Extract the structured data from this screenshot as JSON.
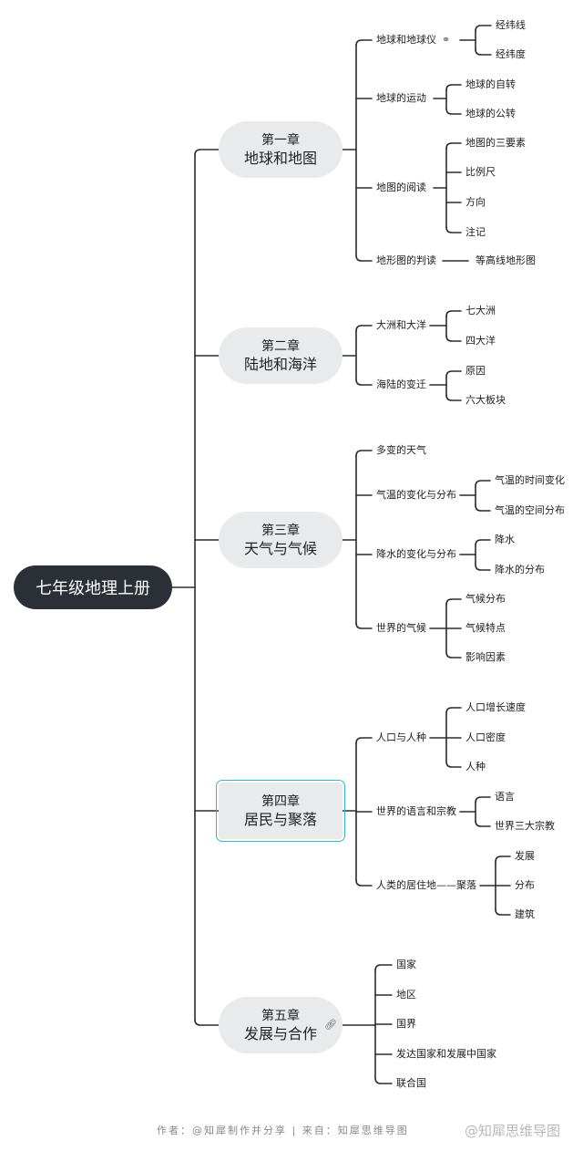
{
  "root": "七年级地理上册",
  "chapters": [
    {
      "num": "第一章",
      "name": "地球和地图",
      "topics": [
        {
          "label": "地球和地球仪",
          "link": true,
          "subs": [
            "经纬线",
            "经纬度"
          ]
        },
        {
          "label": "地球的运动",
          "subs": [
            "地球的自转",
            "地球的公转"
          ]
        },
        {
          "label": "地图的阅读",
          "subs": [
            "地图的三要素",
            "比例尺",
            "方向",
            "注记"
          ]
        },
        {
          "label": "地形图的判读",
          "subs": [
            "等高线地形图"
          ]
        }
      ]
    },
    {
      "num": "第二章",
      "name": "陆地和海洋",
      "topics": [
        {
          "label": "大洲和大洋",
          "subs": [
            "七大洲",
            "四大洋"
          ]
        },
        {
          "label": "海陆的变迁",
          "subs": [
            "原因",
            "六大板块"
          ]
        }
      ]
    },
    {
      "num": "第三章",
      "name": "天气与气候",
      "topics": [
        {
          "label": "多变的天气",
          "subs": []
        },
        {
          "label": "气温的变化与分布",
          "subs": [
            "气温的时间变化",
            "气温的空间分布"
          ]
        },
        {
          "label": "降水的变化与分布",
          "subs": [
            "降水",
            "降水的分布"
          ]
        },
        {
          "label": "世界的气候",
          "subs": [
            "气候分布",
            "气候特点",
            "影响因素"
          ]
        }
      ]
    },
    {
      "num": "第四章",
      "name": "居民与聚落",
      "topics": [
        {
          "label": "人口与人种",
          "subs": [
            "人口增长速度",
            "人口密度",
            "人种"
          ]
        },
        {
          "label": "世界的语言和宗教",
          "subs": [
            "语言",
            "世界三大宗教"
          ]
        },
        {
          "label": "人类的居住地——聚落",
          "subs": [
            "发展",
            "分布",
            "建筑"
          ]
        }
      ]
    },
    {
      "num": "第五章",
      "name": "发展与合作",
      "link": true,
      "topics": [
        {
          "label": "国家",
          "subs": []
        },
        {
          "label": "地区",
          "subs": []
        },
        {
          "label": "国界",
          "subs": []
        },
        {
          "label": "发达国家和发展中国家",
          "subs": []
        },
        {
          "label": "联合国",
          "subs": []
        }
      ]
    }
  ],
  "footer": "作者：@知犀制作并分享 | 来自：知犀思维导图",
  "watermark": "@知犀思维导图",
  "icons": {
    "link": "link-icon"
  },
  "colors": {
    "root_bg": "#2b3036",
    "chapter_bg": "#e8eaec",
    "selected_outline": "#35b6cf",
    "line": "#2b2b2b"
  }
}
